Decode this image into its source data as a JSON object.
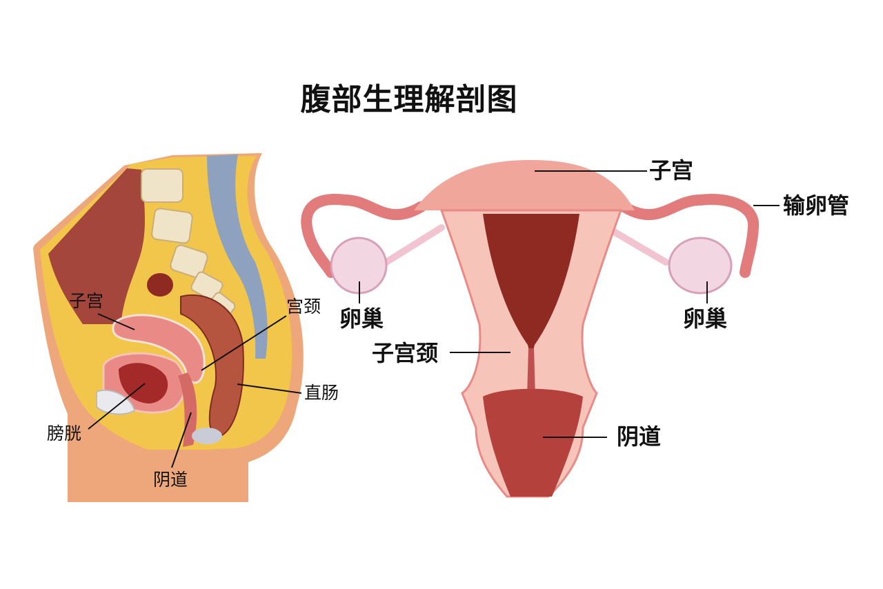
{
  "title": "腹部生理解剖图",
  "colors": {
    "background": "#ffffff",
    "skin": "#eea77a",
    "fat_yellow": "#f1c64a",
    "uterus_pink": "#e98a86",
    "uterus_light": "#f6c4b8",
    "cavity_dark": "#8e2a22",
    "ovary": "#f2d7e2",
    "bone": "#efe3c8",
    "spine_blue": "#8ea2bf",
    "abdomen_red": "#a4463b",
    "text": "#111111"
  },
  "left_diagram": {
    "name": "sagittal section",
    "labels": [
      {
        "id": "uterus",
        "text": "子宫"
      },
      {
        "id": "cervix",
        "text": "宫颈"
      },
      {
        "id": "rectum",
        "text": "直肠"
      },
      {
        "id": "bladder",
        "text": "膀胱"
      },
      {
        "id": "vagina",
        "text": "阴道"
      }
    ]
  },
  "right_diagram": {
    "name": "frontal view of female reproductive organs",
    "labels": [
      {
        "id": "uterus",
        "text": "子宫"
      },
      {
        "id": "fallopian_tube",
        "text": "输卵管"
      },
      {
        "id": "ovary_left",
        "text": "卵巢"
      },
      {
        "id": "ovary_right",
        "text": "卵巢"
      },
      {
        "id": "cervix",
        "text": "子宫颈"
      },
      {
        "id": "vagina",
        "text": "阴道"
      }
    ]
  }
}
